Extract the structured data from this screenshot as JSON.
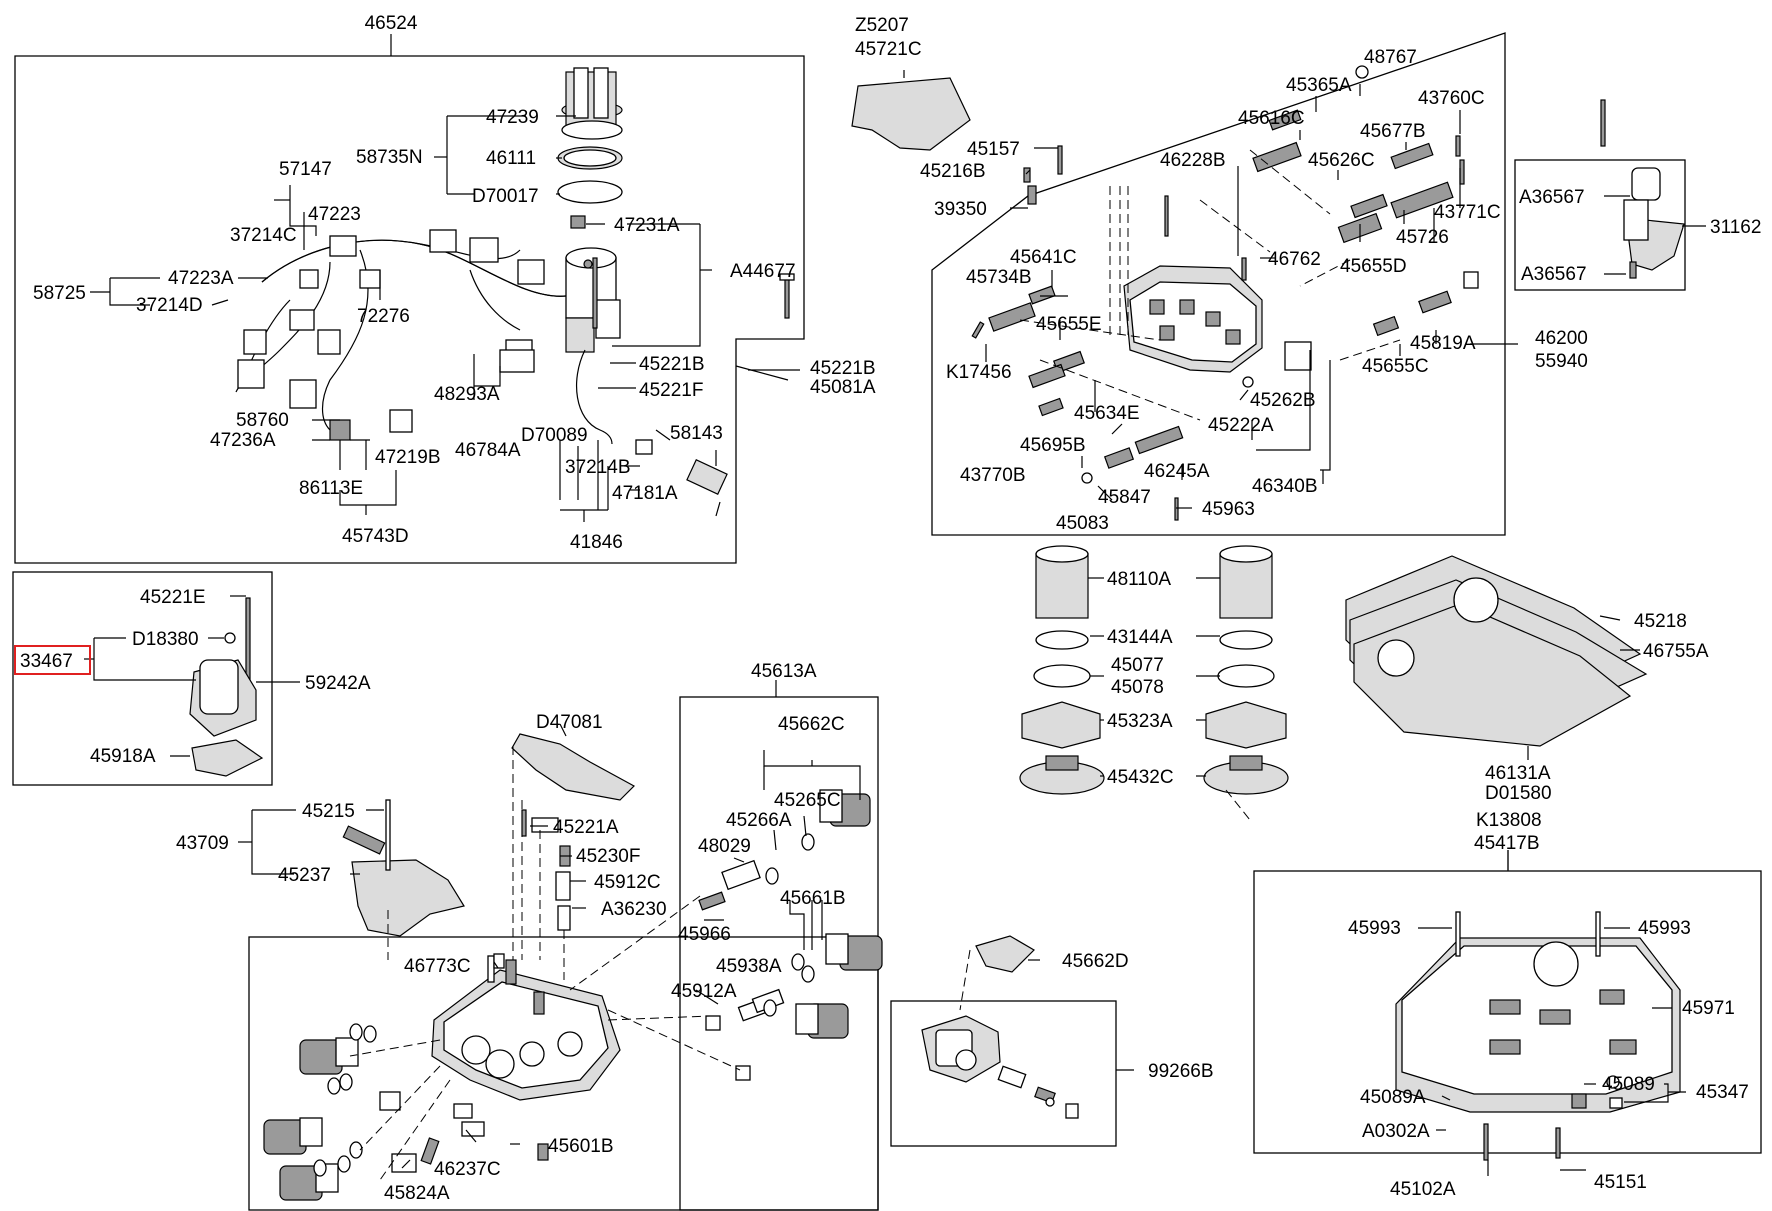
{
  "highlighted_part": "33467",
  "callouts": {
    "c46524": "46524",
    "c47239": "47239",
    "c58735N": "58735N",
    "c46111": "46111",
    "cD70017": "D70017",
    "c47231A": "47231A",
    "cA44677": "A44677",
    "c57147": "57147",
    "c47223": "47223",
    "c37214C": "37214C",
    "c58725": "58725",
    "c47223A": "47223A",
    "c37214D": "37214D",
    "c72276": "72276",
    "c45221B": "45221B",
    "c45221F": "45221F",
    "c45221B_2": "45221B",
    "c45081A": "45081A",
    "c48293A": "48293A",
    "c58760": "58760",
    "c47236A": "47236A",
    "c47219B": "47219B",
    "c46784A": "46784A",
    "cD70089": "D70089",
    "c58143": "58143",
    "c37214B": "37214B",
    "c47181A": "47181A",
    "c86113E": "86113E",
    "c45743D": "45743D",
    "c41846": "41846",
    "cZ5207": "Z5207",
    "c45721C": "45721C",
    "c45157": "45157",
    "c45216B": "45216B",
    "c39350": "39350",
    "c48767": "48767",
    "c45365A": "45365A",
    "c43760C": "43760C",
    "c45616C": "45616C",
    "c45677B": "45677B",
    "c46228B": "46228B",
    "c45626C": "45626C",
    "c43771C": "43771C",
    "c45726": "45726",
    "c45641C": "45641C",
    "c46762": "46762",
    "c45655D": "45655D",
    "c45734B": "45734B",
    "c45655E": "45655E",
    "cK17456": "K17456",
    "c45819A": "45819A",
    "c46200": "46200",
    "c55940": "55940",
    "c45655C": "45655C",
    "c45634E": "45634E",
    "c45262B": "45262B",
    "c45222A": "45222A",
    "c45695B": "45695B",
    "c43770B": "43770B",
    "c46245A": "46245A",
    "c46340B": "46340B",
    "c45847": "45847",
    "c45083": "45083",
    "c45963": "45963",
    "cA36567": "A36567",
    "c31162": "31162",
    "cA36567_2": "A36567",
    "c45221E": "45221E",
    "cD18380": "D18380",
    "c33467": "33467",
    "c59242A": "59242A",
    "c45918A": "45918A",
    "c48110A": "48110A",
    "c43144A": "43144A",
    "c45077": "45077",
    "c45078": "45078",
    "c45323A": "45323A",
    "c45432C": "45432C",
    "c45218": "45218",
    "c46755A": "46755A",
    "c46131A": "46131A",
    "cD01580": "D01580",
    "cK13808": "K13808",
    "c45417B": "45417B",
    "c45613A": "45613A",
    "cD47081": "D47081",
    "c45662C": "45662C",
    "c45265C": "45265C",
    "c45266A": "45266A",
    "c45215": "45215",
    "c43709": "43709",
    "c45221A": "45221A",
    "c45230F": "45230F",
    "c48029": "48029",
    "c45237": "45237",
    "c45912C": "45912C",
    "cA36230": "A36230",
    "c45966": "45966",
    "c45661B": "45661B",
    "c46773C": "46773C",
    "c45938A": "45938A",
    "c45912A": "45912A",
    "c45601B": "45601B",
    "c46237C": "46237C",
    "c45824A": "45824A",
    "c45662D": "45662D",
    "c99266B": "99266B",
    "c45993": "45993",
    "c45993_2": "45993",
    "c45971": "45971",
    "c45089A": "45089A",
    "c45089": "45089",
    "c45347": "45347",
    "cA0302A": "A0302A",
    "c45102A": "45102A",
    "c45151": "45151"
  }
}
